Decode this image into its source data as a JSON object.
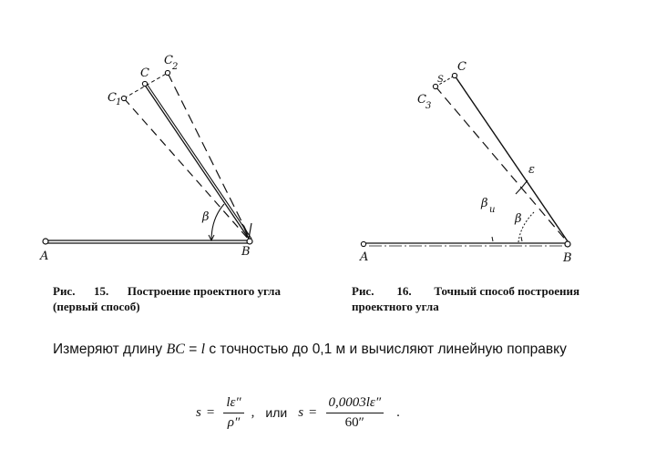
{
  "fig15": {
    "labels": {
      "A": "A",
      "B": "B",
      "C": "C",
      "C1": "C",
      "C1_sub": "1",
      "C2": "C",
      "C2_sub": "2",
      "beta": "β"
    }
  },
  "fig16": {
    "labels": {
      "A": "A",
      "B": "B",
      "C": "C",
      "C3": "C",
      "C3_sub": "3",
      "s": "S",
      "eps": "ε",
      "beta_i": "β",
      "beta_i_sub": "и",
      "beta": "β"
    }
  },
  "captions": {
    "fig15": {
      "prefix": "Рис.",
      "number": "15.",
      "title": "Построение проектного угла",
      "line2": "(первый способ)"
    },
    "fig16": {
      "prefix": "Рис.",
      "number": "16.",
      "title": "Точный способ построения",
      "line2": "проектного угла"
    }
  },
  "text": {
    "before": "Измеряют длину",
    "segment": "BC",
    "eq": "=",
    "length": "l",
    "after": "с точностью до 0,1 м и вычисляют линейную поправку"
  },
  "formula": {
    "lhs": "s",
    "eq": "=",
    "frac1_num": "lε″",
    "frac1_den": "ρ″",
    "sep1": ",",
    "or": "или",
    "lhs2": "s",
    "eq2": "=",
    "frac2_num": "0,0003lε″",
    "frac2_den": "60″",
    "end": "."
  }
}
